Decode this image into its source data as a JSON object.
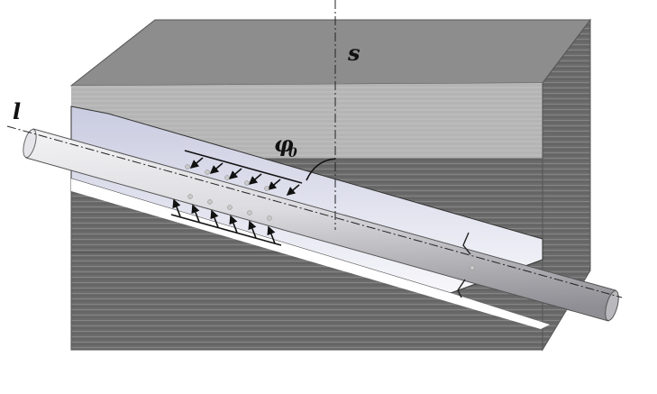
{
  "diagram": {
    "labels": {
      "axis_l": "l",
      "axis_s": "s",
      "angle_phi": "φ",
      "angle_subscript": "0"
    },
    "colors": {
      "block_top": "#8d8d8d",
      "block_upper_face": "#b9b9b9",
      "block_layers": "#6f6f6f",
      "block_right_face": "#7a7a7a",
      "channel": "#f6f6f8",
      "rod": "#d8d8dc",
      "arrows": "#111111"
    }
  }
}
